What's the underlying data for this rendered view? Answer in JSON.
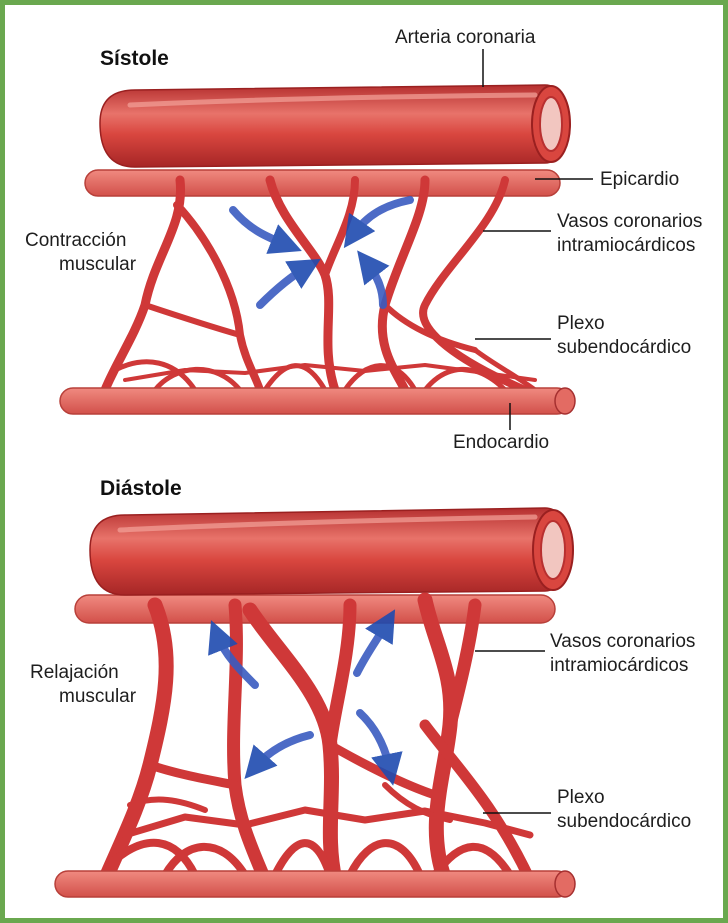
{
  "colors": {
    "frame_border": "#6aa84f",
    "artery": "#cc3a3a",
    "artery_highlight": "#f4a7a0",
    "layer_band": "#e36b63",
    "branch": "#cf3838",
    "arrow": "#1f4bb0"
  },
  "systole": {
    "title": "Sístole",
    "artery_label": "Arteria coronaria",
    "epicardium_label": "Epicardio",
    "vessels_label_line1": "Vasos coronarios",
    "vessels_label_line2": "intramiocárdicos",
    "muscle_label_line1": "Contracción",
    "muscle_label_line2": "muscular",
    "plexus_label_line1": "Plexo",
    "plexus_label_line2": "subendocárdico",
    "endocardium_label": "Endocardio"
  },
  "diastole": {
    "title": "Diástole",
    "vessels_label_line1": "Vasos coronarios",
    "vessels_label_line2": "intramiocárdicos",
    "muscle_label_line1": "Relajación",
    "muscle_label_line2": "muscular",
    "plexus_label_line1": "Plexo",
    "plexus_label_line2": "subendocárdico"
  }
}
